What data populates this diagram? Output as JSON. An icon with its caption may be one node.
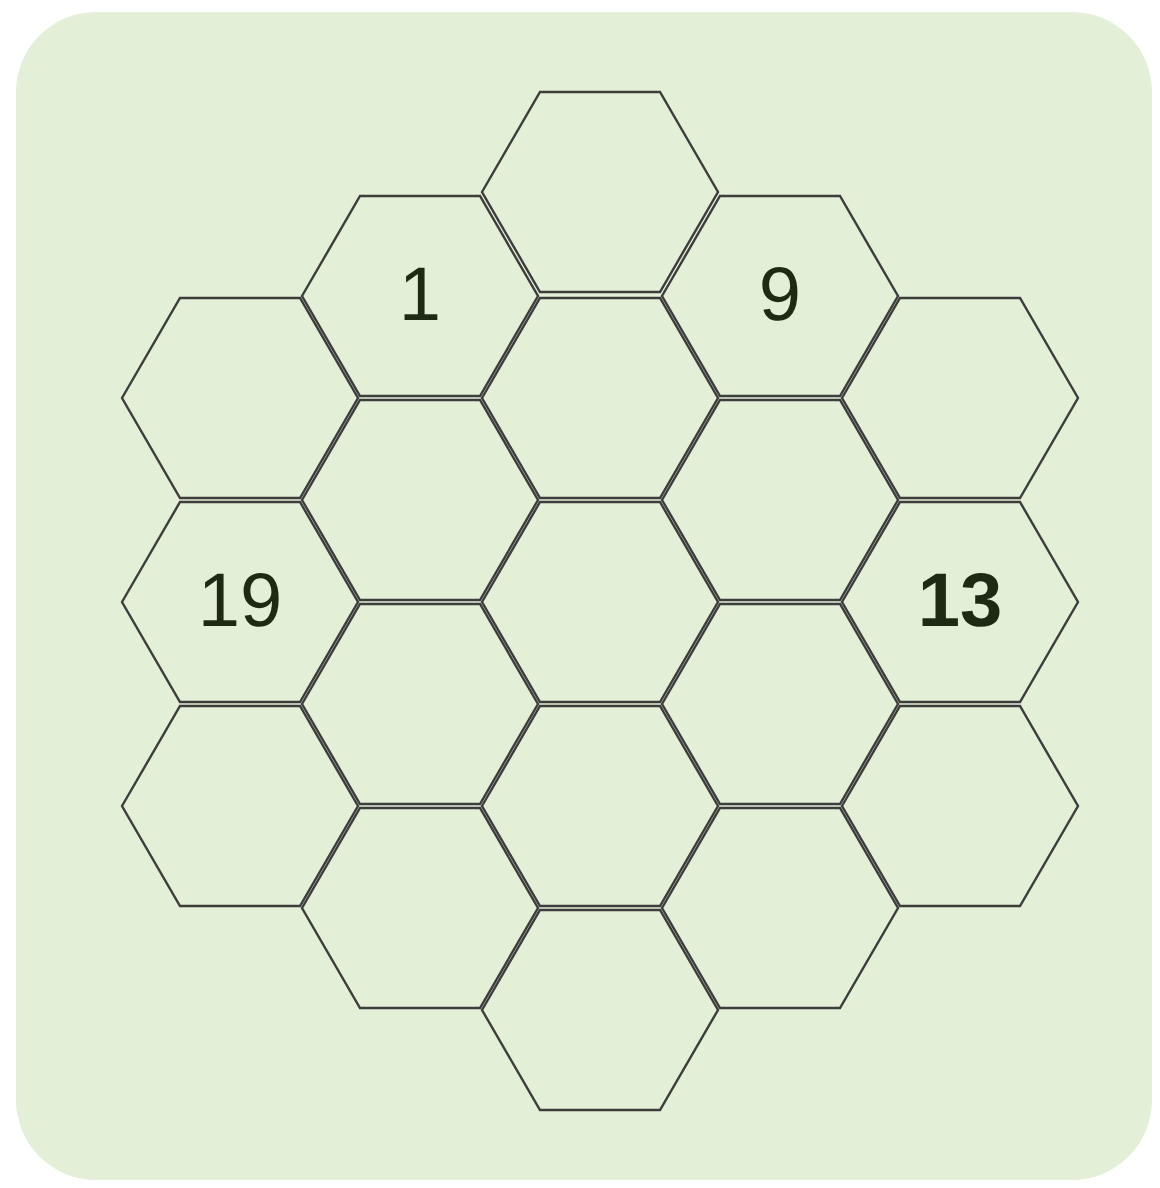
{
  "diagram": {
    "nodes": [
      {
        "text": [],
        "shape": "hexagon"
      },
      {
        "text": [
          "1"
        ]
      },
      {
        "text": [
          "9"
        ]
      },
      {
        "text": [],
        "shape": "hexagon"
      },
      {
        "text": [],
        "shape": "hexagon"
      },
      {
        "text": [],
        "shape": "hexagon"
      },
      {
        "text": [],
        "shape": "hexagon"
      },
      {
        "text": [],
        "shape": "hexagon"
      },
      {
        "text": [
          "19"
        ]
      },
      {
        "text": [],
        "shape": "hexagon"
      },
      {
        "text": [
          "13"
        ]
      },
      {
        "text": [],
        "shape": "hexagon"
      },
      {
        "text": [],
        "shape": "hexagon"
      },
      {
        "text": [],
        "shape": "hexagon"
      },
      {
        "text": [],
        "shape": "hexagon"
      },
      {
        "text": [],
        "shape": "hexagon"
      },
      {
        "text": [],
        "shape": "hexagon"
      },
      {
        "text": [],
        "shape": "hexagon"
      },
      {
        "text": [],
        "shape": "hexagon"
      }
    ]
  }
}
